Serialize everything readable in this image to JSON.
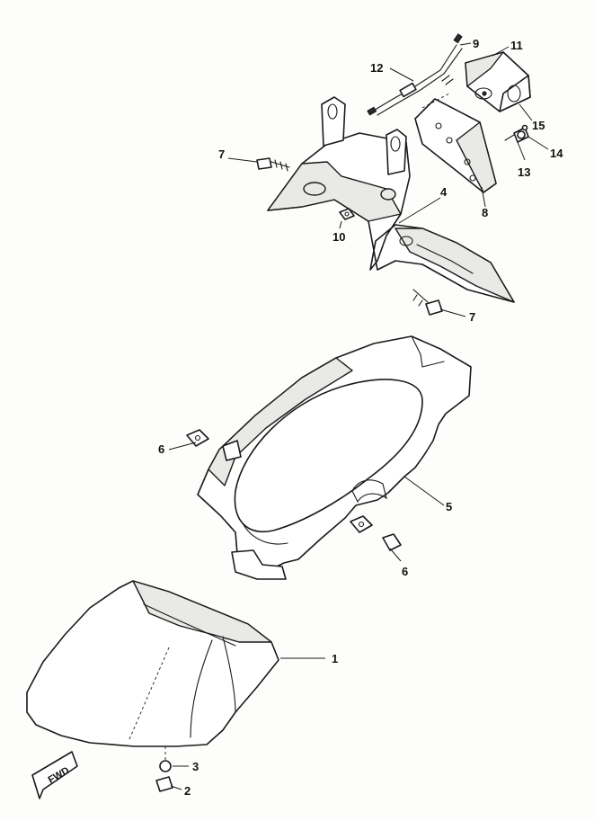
{
  "diagram": {
    "callouts": [
      {
        "id": "c1",
        "label": "1"
      },
      {
        "id": "c2",
        "label": "2"
      },
      {
        "id": "c3",
        "label": "3"
      },
      {
        "id": "c4",
        "label": "4"
      },
      {
        "id": "c5",
        "label": "5"
      },
      {
        "id": "c6a",
        "label": "6"
      },
      {
        "id": "c6b",
        "label": "6"
      },
      {
        "id": "c7a",
        "label": "7"
      },
      {
        "id": "c7b",
        "label": "7"
      },
      {
        "id": "c8",
        "label": "8"
      },
      {
        "id": "c9",
        "label": "9"
      },
      {
        "id": "c10",
        "label": "10"
      },
      {
        "id": "c11",
        "label": "11"
      },
      {
        "id": "c12",
        "label": "12"
      },
      {
        "id": "c13",
        "label": "13"
      },
      {
        "id": "c14",
        "label": "14"
      },
      {
        "id": "c15",
        "label": "15"
      }
    ],
    "direction_marker": {
      "label": "FWD"
    }
  }
}
